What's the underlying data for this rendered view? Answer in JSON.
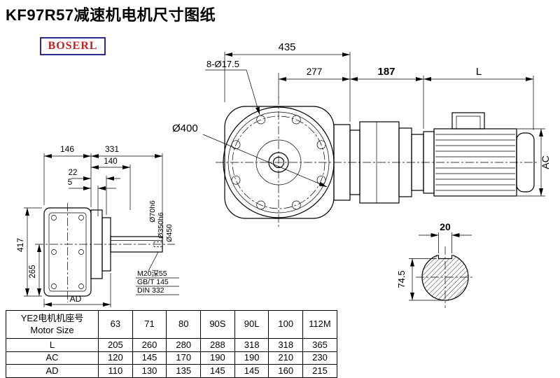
{
  "page": {
    "title": "KF97R57减速机电机尺寸图纸",
    "logo_text": "BOSERL"
  },
  "drawing": {
    "flange_view": {
      "overall_width": "435",
      "center_to_face": "277",
      "bolt_holes": "8-Ø17.5",
      "flange_diameter": "Ø400"
    },
    "side_view": {
      "reducer_length": "187",
      "motor_length": "L",
      "motor_height": "AC"
    },
    "front_view": {
      "body_width": "146",
      "total_length": "331",
      "flange_length": "140",
      "step_22": "22",
      "step_5": "5",
      "total_height": "417",
      "axis_height": "265",
      "dim_ad": "AD",
      "shaft_diameter": "Ø70h6",
      "spigot_diameter": "Ø350h6",
      "flange_outer_diameter": "Ø450",
      "tap_note_line1": "M20深55",
      "tap_note_line2": "GB/T 145",
      "tap_note_line3": "DIN 332"
    },
    "shaft_section": {
      "key_width": "20",
      "flat_to_bottom": "74.5"
    }
  },
  "table": {
    "header_line1": "YE2电机机座号",
    "header_line2": "Motor Size",
    "sizes": [
      "63",
      "71",
      "80",
      "90S",
      "90L",
      "100",
      "112M"
    ],
    "rows": [
      {
        "label": "L",
        "values": [
          "205",
          "260",
          "280",
          "288",
          "318",
          "318",
          "365"
        ]
      },
      {
        "label": "AC",
        "values": [
          "120",
          "145",
          "170",
          "190",
          "190",
          "210",
          "230"
        ]
      },
      {
        "label": "AD",
        "values": [
          "110",
          "130",
          "135",
          "145",
          "145",
          "160",
          "215"
        ]
      }
    ]
  }
}
